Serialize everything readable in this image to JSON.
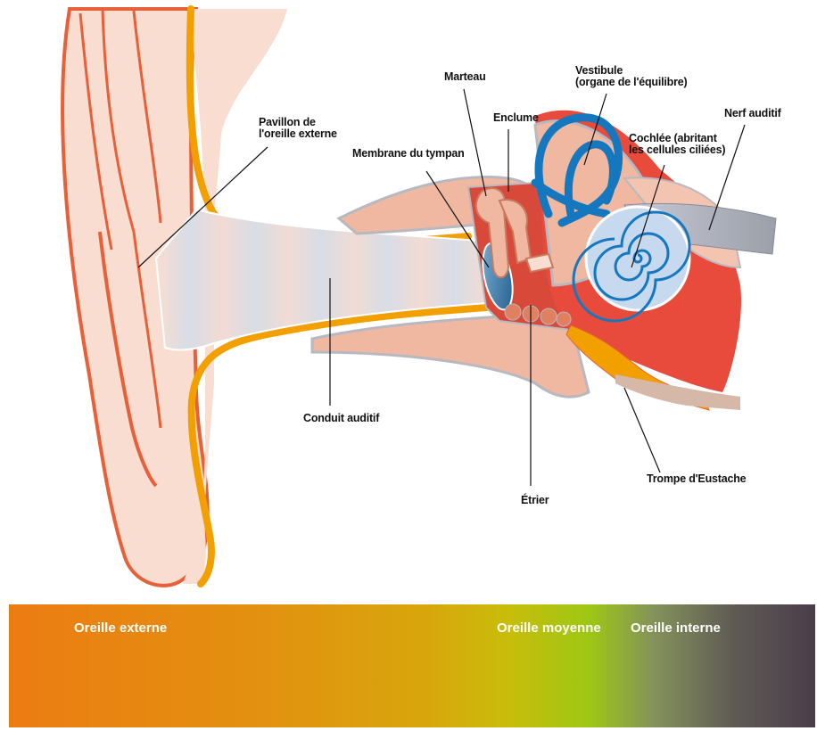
{
  "labels": {
    "pavillon": "Pavillon de\nl'oreille externe",
    "membrane": "Membrane du tympan",
    "marteau": "Marteau",
    "enclume": "Enclume",
    "vestibule": "Vestibule\n(organe de l'équilibre)",
    "cochlee": "Cochlée (abritant\nles cellules ciliées)",
    "nerf": "Nerf auditif",
    "conduit": "Conduit auditif",
    "etrier": "Étrier",
    "trompe": "Trompe d'Eustache"
  },
  "regions": {
    "externe": "Oreille externe",
    "moyenne": "Oreille moyenne",
    "interne": "Oreille interne"
  },
  "colors": {
    "skin": "#f8ddd0",
    "skin_outline": "#e8603a",
    "canal_border": "#f2a000",
    "bone": "#f0b8a0",
    "cochlea_fill": "#c6d9ef",
    "cochlea_line": "#1578bf",
    "inner_red": "#e84a3c"
  }
}
